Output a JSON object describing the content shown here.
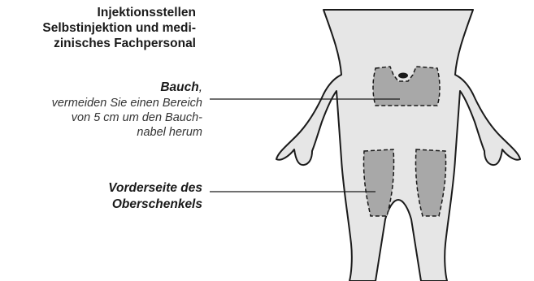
{
  "title_lines": [
    "Injektionsstellen",
    "Selbstinjektion und medi-",
    "zinisches Fachpersonal"
  ],
  "abdomen": {
    "name": "Bauch",
    "comma": ",",
    "note_lines": [
      "vermeiden Sie einen Bereich",
      "von 5 cm um den Bauch-",
      "nabel herum"
    ]
  },
  "thigh": {
    "lines": [
      "Vorderseite des",
      "Oberschenkels"
    ]
  },
  "colors": {
    "body_fill": "#e6e6e6",
    "outline": "#1a1a1a",
    "zone_fill": "#a8a8a8",
    "text": "#1a1a1a"
  }
}
